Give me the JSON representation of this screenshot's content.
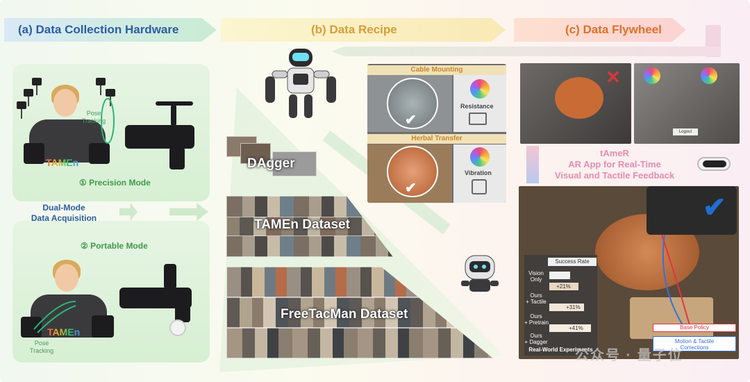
{
  "headers": {
    "a": "(a) Data Collection Hardware",
    "b": "(b) Data Recipe",
    "c": "(c) Data Flywheel"
  },
  "panel_a": {
    "precision_mode": "① Precision Mode",
    "portable_mode": "② Portable Mode",
    "pose_tracking_top": "Pose\nTracking",
    "pose_tracking_bottom": "Pose\nTracking",
    "shirt_text_top": "TAMEn",
    "shirt_text_bottom": "TAMEn",
    "dual_mode": "Dual-Mode\nData Acquisition"
  },
  "panel_b": {
    "dagger": "DAgger",
    "tamen_dataset": "TAMEn Dataset",
    "freetacman_dataset": "FreeTacMan Dataset",
    "task_cable": "Cable Mounting",
    "task_herbal": "Herbal Transfer",
    "sensor_resistance": "Resistance",
    "sensor_vibration": "Vibration"
  },
  "panel_c": {
    "tamer_title": "tAmeR",
    "tamer_line1": "AR App for Real-Time",
    "tamer_line2": "Visual and Tactile Feedback",
    "success_rate": "Success Rate",
    "real_world": "Real-World  Experiments",
    "legend_base": "Base Policy",
    "legend_motion": "Motion & Tactile\nCorrections",
    "ar_ui_label": "Logout",
    "rows": [
      {
        "label": "Vision\nOnly",
        "delta": ""
      },
      {
        "label": "Ours\n+ Tactile",
        "delta": "+21%"
      },
      {
        "label": "Ours\n+ Pretrain",
        "delta": "+31%"
      },
      {
        "label": "Ours\n+ Dagger",
        "delta": "+41%"
      }
    ]
  },
  "watermark": "公众号 · 量子位",
  "colors": {
    "header_a": "#2b5da3",
    "header_b": "#d79d3a",
    "header_c": "#e1702c",
    "mode_green": "#3f9a4a",
    "tamer_pink": "#e58db0",
    "check_blue": "#1f6fd1",
    "x_red": "#d9363e"
  }
}
